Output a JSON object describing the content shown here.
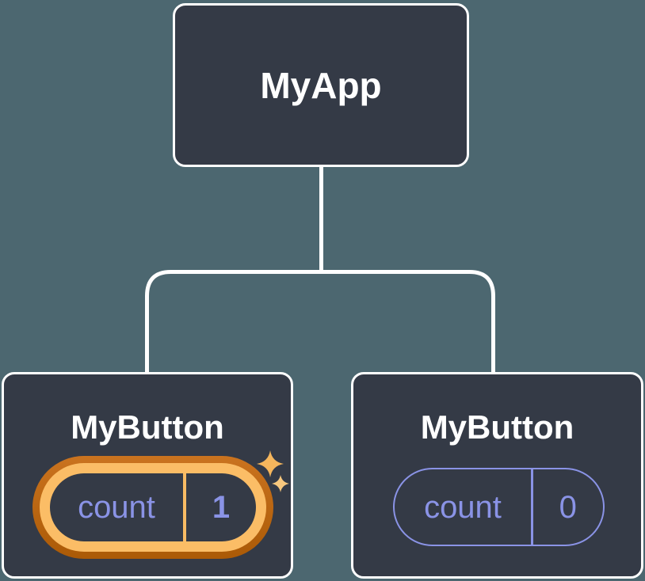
{
  "diagram": {
    "title": "react-component-tree-state-diagram",
    "tree": {
      "root": {
        "label": "MyApp"
      },
      "children": [
        {
          "label": "MyButton",
          "state_key": "count",
          "state_value": "1",
          "highlighted": true
        },
        {
          "label": "MyButton",
          "state_key": "count",
          "state_value": "0",
          "highlighted": false
        }
      ]
    },
    "colors": {
      "background": "#4C6770",
      "node_fill": "#343A46",
      "node_border": "#FFFFFF",
      "connector": "#FFFFFF",
      "state_text": "#8A93E6",
      "state_pill_border": "#8A93E6",
      "highlight_ring_outer_top": "#CA731F",
      "highlight_ring_outer_bottom": "#AB5A06",
      "highlight_ring_inner": "#FBBD66",
      "highlight_divider": "#F8BB64",
      "sparkle_large": "#F5B65D",
      "sparkle_small": "#F8C87E"
    }
  }
}
